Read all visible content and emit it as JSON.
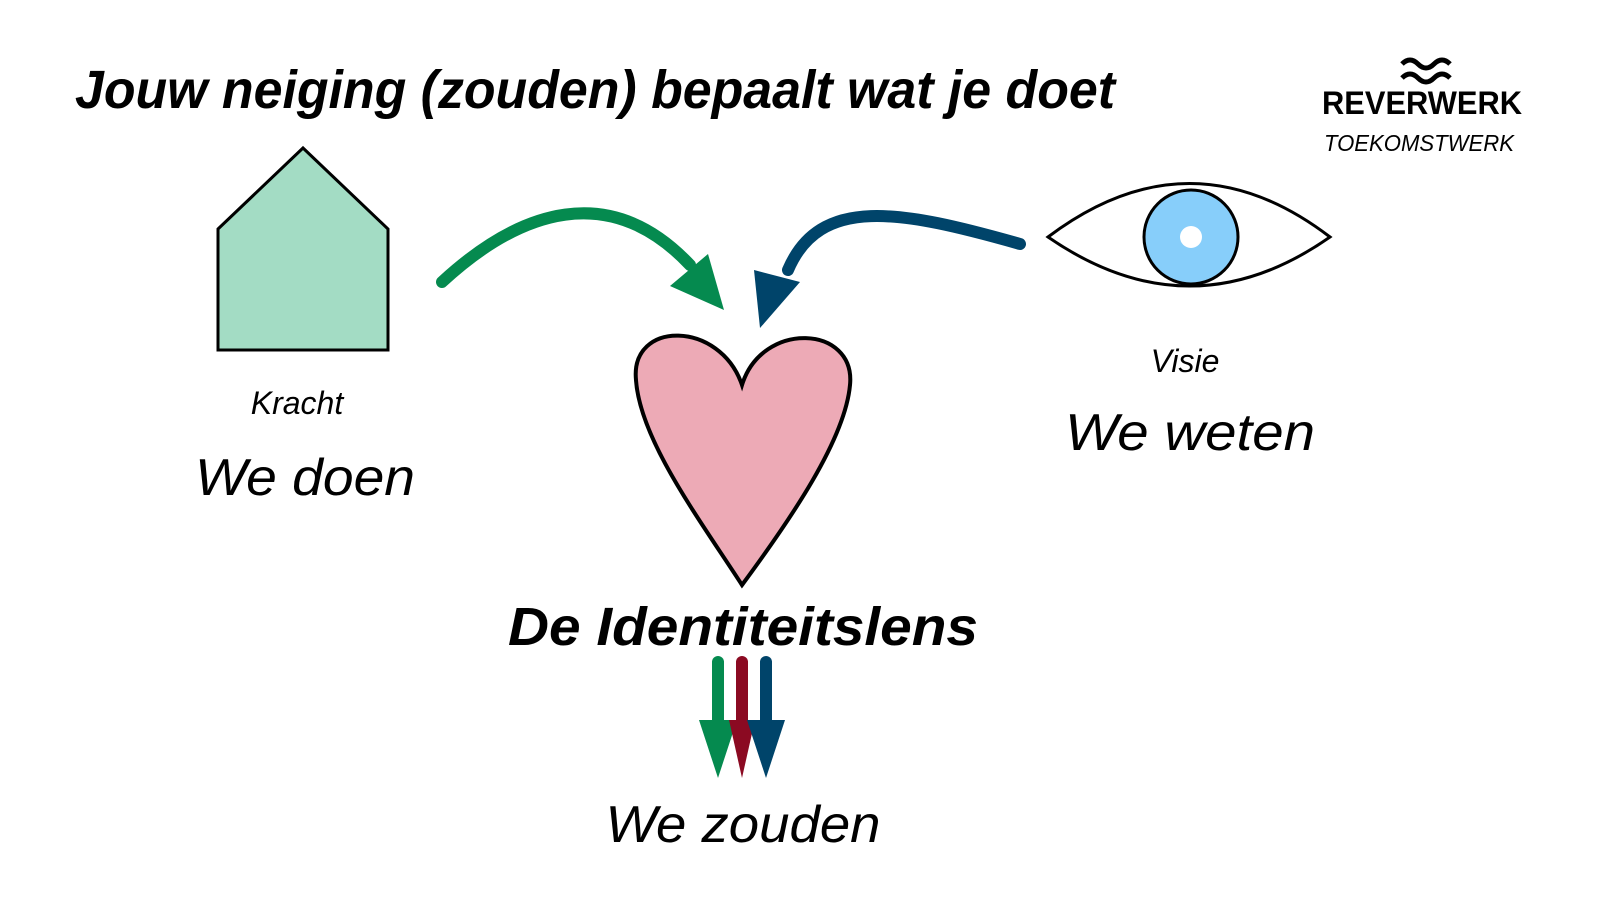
{
  "title": "Jouw neiging (zouden) bepaalt wat je doet",
  "logo": {
    "brand": "REVERWERK",
    "tagline": "TOEKOMSTWERK"
  },
  "left": {
    "icon": "house-icon",
    "label": "Kracht",
    "caption": "We doen"
  },
  "right": {
    "icon": "eye-icon",
    "label": "Visie",
    "caption": "We weten"
  },
  "center": {
    "icon": "heart-icon",
    "label": "De Identiteitslens",
    "caption": "We zouden"
  },
  "colors": {
    "green": "#058a4f",
    "red": "#8b0a22",
    "blue": "#00446a",
    "heart": "#edaab6",
    "house": "#a3dcc4",
    "iris": "#87cefa"
  }
}
